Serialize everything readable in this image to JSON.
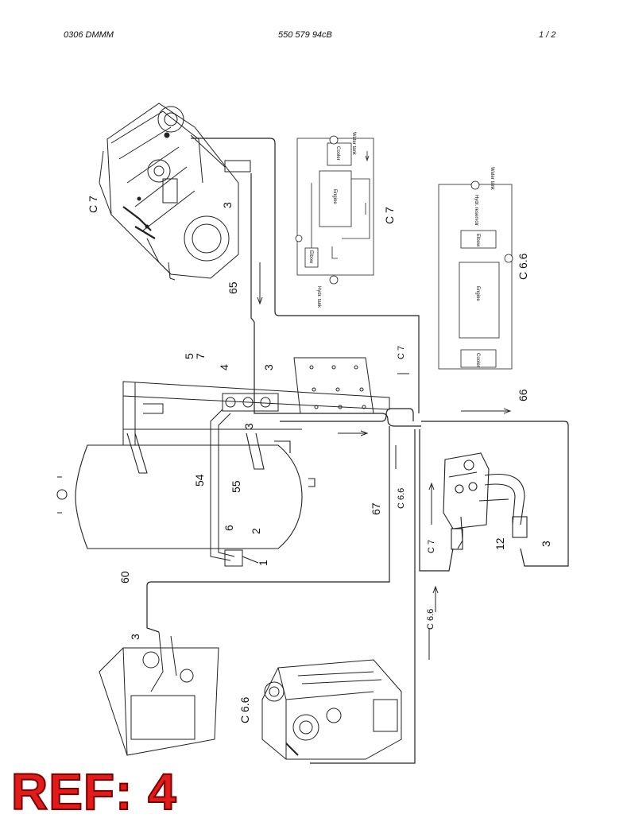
{
  "header": {
    "left": "0306 DMMM",
    "middle": "550 579 94cB",
    "right": "1 /   2"
  },
  "callouts": {
    "c7_top": "C 7",
    "n3_top": "3",
    "n65": "65",
    "c7_schem": "C 7",
    "c66_schem": "C 6.6",
    "n5": "5",
    "n7": "7",
    "n4": "4",
    "n3_plate": "3",
    "n3_mid": "3",
    "c7_line": "C 7",
    "n66": "66",
    "n54": "54",
    "n55": "55",
    "n6": "6",
    "n2": "2",
    "n1": "1",
    "c66_line": "C 6.6",
    "n67": "67",
    "c7_low": "C 7",
    "n12": "12",
    "n3_valve": "3",
    "n60": "60",
    "c66_low": "C 6.6",
    "n3_bottom": "3",
    "c66_engine": "C 6.6"
  },
  "schematic_c7": {
    "water_tank": "Water tank",
    "cooler": "Cooler",
    "engine": "Engine",
    "elbow": "Elbow",
    "hydr_tank": "Hydr. tank"
  },
  "schematic_c66": {
    "water_tank": "Water tank",
    "hydr_reservoir": "Hydr. reservoir",
    "elbow": "Elbow",
    "engine": "Engine",
    "cooler": "Cooler"
  },
  "stamp": "REF: 4"
}
